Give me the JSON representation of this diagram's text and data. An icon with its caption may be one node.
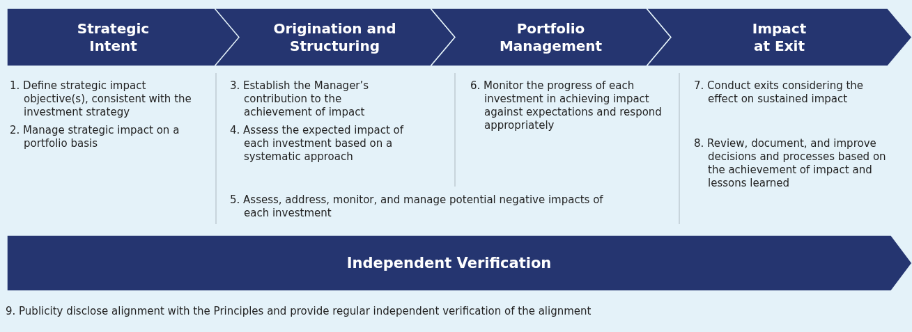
{
  "diagram": {
    "nodes": [
      {
        "text": [
          "Strategic Intent"
        ]
      },
      {
        "text": [
          "Origination and Structuring"
        ]
      },
      {
        "text": [
          "Portfolio Management"
        ]
      },
      {
        "text": [
          "Impact at Exit"
        ]
      },
      {
        "text": [
          "Independent Verification"
        ]
      }
    ],
    "labels": [
      "1. Define strategic impact objective(s), consistent with the investment strategy",
      "2. Manage strategic impact on a portfolio basis",
      "3. Establish the Manager’s contribution to the achievement of impact",
      "4. Assess the expected impact of each investment based on a systematic approach",
      "5. Assess, address, monitor, and manage potential negative impacts of each investment",
      "6. Monitor the progress of each investment in achieving impact against expectations and respond appropriately",
      "7. Conduct exits considering the effect on sustained impact",
      "8. Review, document, and improve decisions and processes based on the achievement of impact and lessons learned",
      "9. Publicity disclose alignment with the Principles and provide regular independent verification of the alignment"
    ]
  }
}
